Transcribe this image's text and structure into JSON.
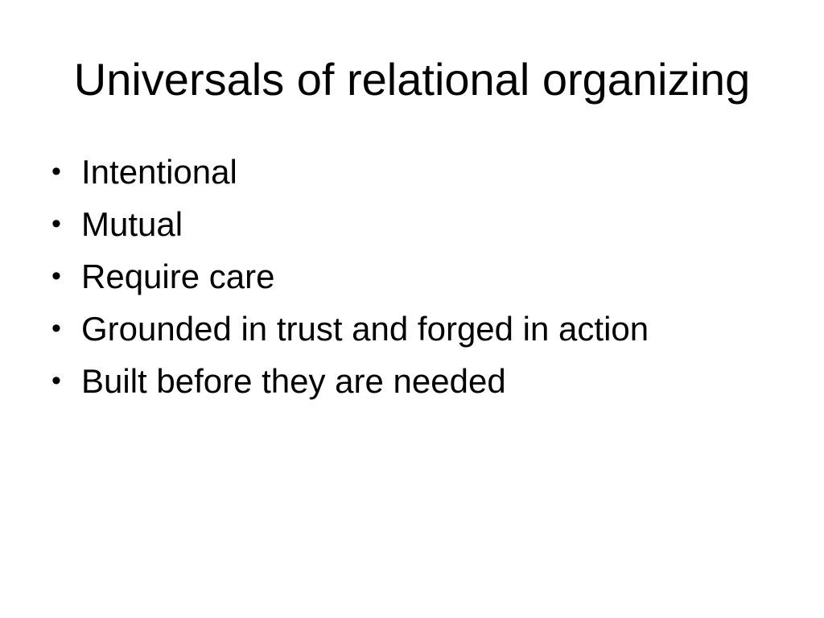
{
  "slide": {
    "title": "Universals of relational organizing",
    "bullets": [
      "Intentional",
      "Mutual",
      "Require care",
      "Grounded in trust and forged in action",
      "Built before they are needed"
    ],
    "colors": {
      "background": "#ffffff",
      "text": "#000000"
    }
  }
}
